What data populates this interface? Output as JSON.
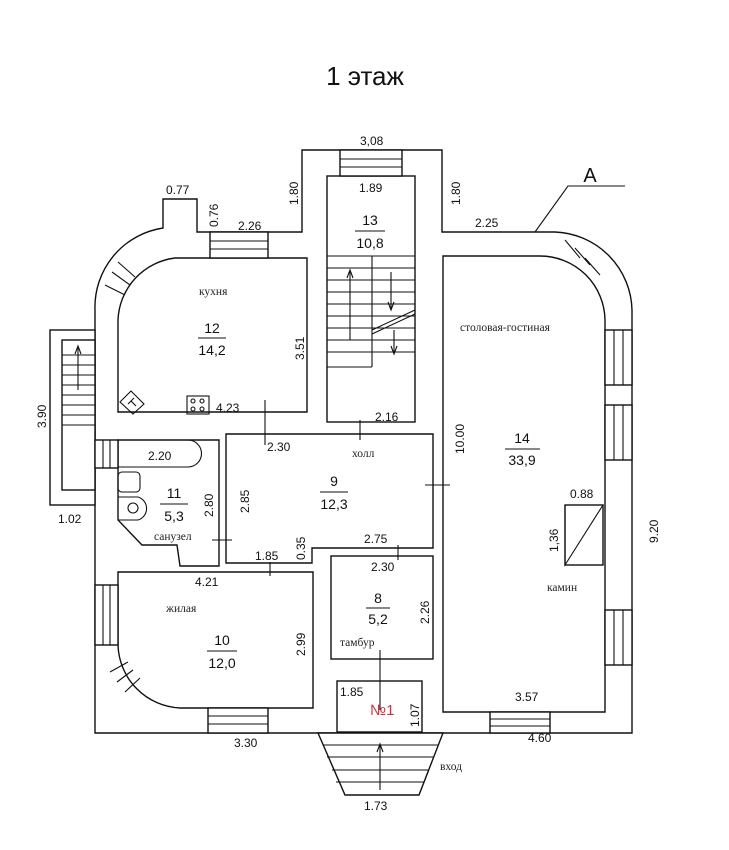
{
  "title": "1 этаж",
  "section_marker": "A",
  "rooms": [
    {
      "number": "12",
      "area": "14,2",
      "name": "кухня"
    },
    {
      "number": "13",
      "area": "10,8",
      "name": ""
    },
    {
      "number": "14",
      "area": "33,9",
      "name": "столовая-гостиная"
    },
    {
      "number": "9",
      "area": "12,3",
      "name": "холл"
    },
    {
      "number": "11",
      "area": "5,3",
      "name": "санузел"
    },
    {
      "number": "10",
      "area": "12,0",
      "name": "жилая"
    },
    {
      "number": "8",
      "area": "5,2",
      "name": "тамбур"
    }
  ],
  "porch_label": "№1",
  "fireplace_label": "камин",
  "entrance_label": "вход",
  "dimensions": {
    "d308": "3,08",
    "d189": "1.89",
    "d180a": "1.80",
    "d180b": "1.80",
    "d077": "0.77",
    "d076": "0.76",
    "d226": "2.26",
    "d225": "2.25",
    "d351": "3.51",
    "d423": "4.23",
    "d216": "2.16",
    "d390": "3.90",
    "d102": "1.02",
    "d220": "2.20",
    "d230a": "2.30",
    "d1000": "10.00",
    "d280": "2.80",
    "d285": "2.85",
    "d088": "0.88",
    "d136": "1,36",
    "d920": "9.20",
    "d275": "2.75",
    "d035": "0.35",
    "d185a": "1.85",
    "d230b": "2.30",
    "d421": "4.21",
    "d226b": "2.26",
    "d299": "2.99",
    "d185b": "1.85",
    "d107": "1.07",
    "d357": "3.57",
    "d330": "3.30",
    "d460": "4.60",
    "d173": "1.73"
  }
}
